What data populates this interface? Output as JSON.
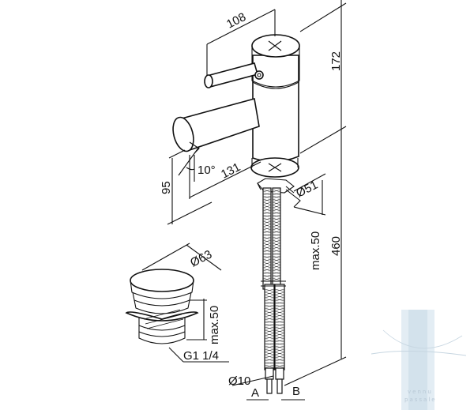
{
  "drawing": {
    "dimensions": {
      "spout_reach": "108",
      "height_total": "172",
      "spout_projection": "131",
      "spout_height": "95",
      "spout_angle": "10°",
      "base_diameter": "Ø51",
      "max_thickness_tap": "max.50",
      "hose_length": "460",
      "waste_diameter": "Ø63",
      "max_thickness_waste": "max.50",
      "waste_thread": "G1 1/4",
      "hose_diameter": "Ø10",
      "connection_a": "A",
      "connection_b": "B"
    },
    "watermark": {
      "brand": "vennu",
      "tagline": "passale"
    },
    "colors": {
      "line": "#111111",
      "watermark_bar": "#dce8f1"
    }
  }
}
